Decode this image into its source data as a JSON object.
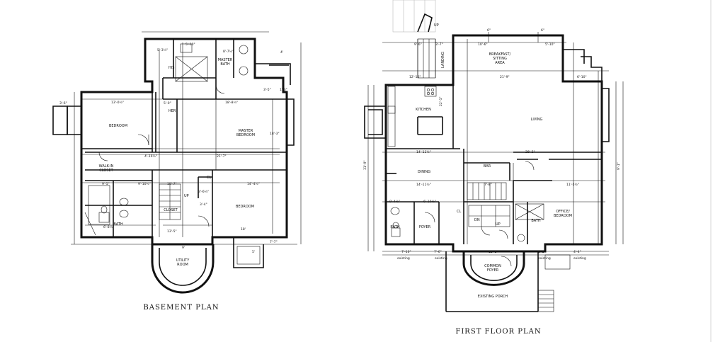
{
  "basement": {
    "title": "BASEMENT PLAN",
    "rooms": {
      "master_bath": "MASTER\nBATH",
      "his": "HIS",
      "her": "HER",
      "bedroom_1": "BEDROOM",
      "master_bedroom": "MASTER\nBEDROOM",
      "walk_in_closet": "WALK-IN\nCLOSET",
      "closet": "CLOSET",
      "bath": "BATH",
      "bedroom_2": "BEDROOM",
      "utility_room": "UTILITY\nROOM",
      "cl": "CL",
      "up": "UP"
    },
    "dims": {
      "d1": "13'-0½\"",
      "d2": "18'-8¼\"",
      "d3": "21'-7\"",
      "d4": "14'-4½\"",
      "d5": "4'-10½\"",
      "d6": "9'-10½\"",
      "d7": "19'-7\"",
      "d8": "3'-6¼\"",
      "d9": "9'-5\"",
      "d10": "5'-0\"",
      "d11": "3'-5\"",
      "d12": "7'-7\"",
      "d13": "9'",
      "d14": "18'",
      "d15": "4'",
      "d16": "5'",
      "d17": "3'-6\"",
      "d18": "1'-3\"",
      "d19": "5'-3¼\"",
      "d20": "5'-10\"",
      "d21": "8'-7¼\"",
      "d22": "6'-8¼\"",
      "d23": "3'-4\"",
      "d24": "13'-5\"",
      "d25": "18'-3\""
    }
  },
  "first_floor": {
    "title": "FIRST FLOOR PLAN",
    "rooms": {
      "breakfast": "BREAKFAST/\nSITTING\nAREA",
      "kitchen": "KITCHEN",
      "living": "LIVING",
      "dining": "DINING",
      "bar": "BAR",
      "foyer": "FOYER",
      "bath_1": "BATH",
      "bath_2": "BATH",
      "office": "OFFICE/\nBEDROOM",
      "common_foyer": "COMMON\nFOYER",
      "existing_porch": "EXISTING PORCH",
      "landing": "LANDING",
      "up": "UP",
      "dn": "DN",
      "cl": "CL"
    },
    "dims": {
      "e1": "10'-6\"",
      "e2": "5'-10\"",
      "e3": "12'-10\"",
      "e4": "21'-9\"",
      "e5": "6'-10\"",
      "e6": "14'-11½\"",
      "e7": "28'-5\"",
      "e8": "14'-11½\"",
      "e9": "11'-5½\"",
      "e10": "9'-4½\"",
      "e11": "6'-10½\"",
      "e12": "7'-8\"",
      "e13": "13'-3\"",
      "e14": "7'-10\"",
      "e15": "7'-6\"",
      "e16": "existing",
      "e17": "5'-5\"",
      "e18": "4'-4\"",
      "e19": "9'-6\"",
      "e20": "3'-7\"",
      "e21": "31'-9\"",
      "e22": "22'-1\"",
      "e23": "9'-1\"",
      "e24": "6\""
    }
  }
}
